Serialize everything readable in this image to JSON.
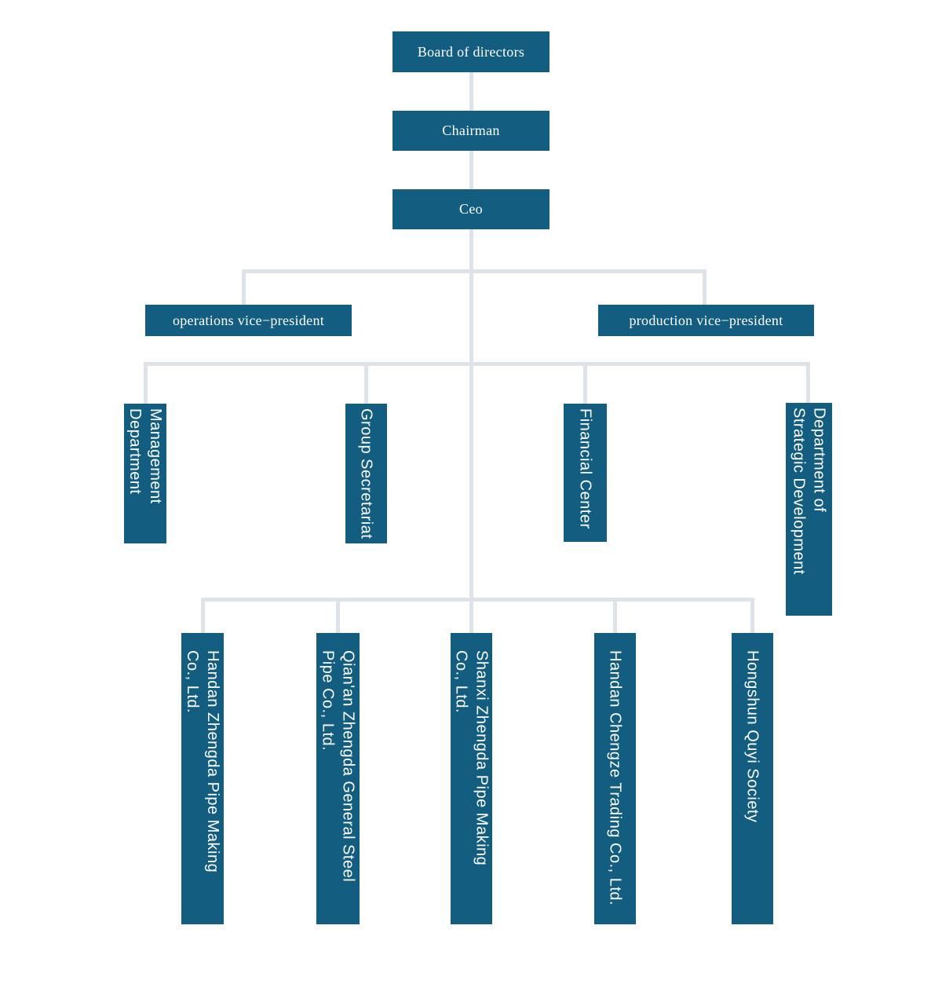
{
  "org_chart": {
    "colors": {
      "node_fill": "#135E80",
      "node_text": "#FFFFFF",
      "connector": "#DDE3E8",
      "background": "#FFFFFF"
    },
    "nodes": {
      "board": {
        "label": "Board of directors"
      },
      "chairman": {
        "label": "Chairman"
      },
      "ceo": {
        "label": "Ceo"
      },
      "operations_vp": {
        "label": "operations vice−president"
      },
      "production_vp": {
        "label": "production vice−president"
      },
      "management_department": {
        "label": "Management\nDepartment"
      },
      "group_secretariat": {
        "label": "Group Secretariat"
      },
      "financial_center": {
        "label": "Financial Center"
      },
      "strategic_development": {
        "label": "Department of\nStrategic Development"
      },
      "handan_zhengda_pipe": {
        "label": "Handan Zhengda Pipe Making\nCo., Ltd."
      },
      "qianan_zhengda_steel": {
        "label": "Qian'an Zhengda General Steel\nPipe Co., Ltd."
      },
      "shanxi_zhengda_pipe": {
        "label": "Shanxi Zhengda Pipe Making\nCo., Ltd."
      },
      "handan_chengze_trading": {
        "label": "Handan Chengze Trading Co., Ltd."
      },
      "hongshun_quyi": {
        "label": "Hongshun Quyi Society"
      }
    }
  }
}
